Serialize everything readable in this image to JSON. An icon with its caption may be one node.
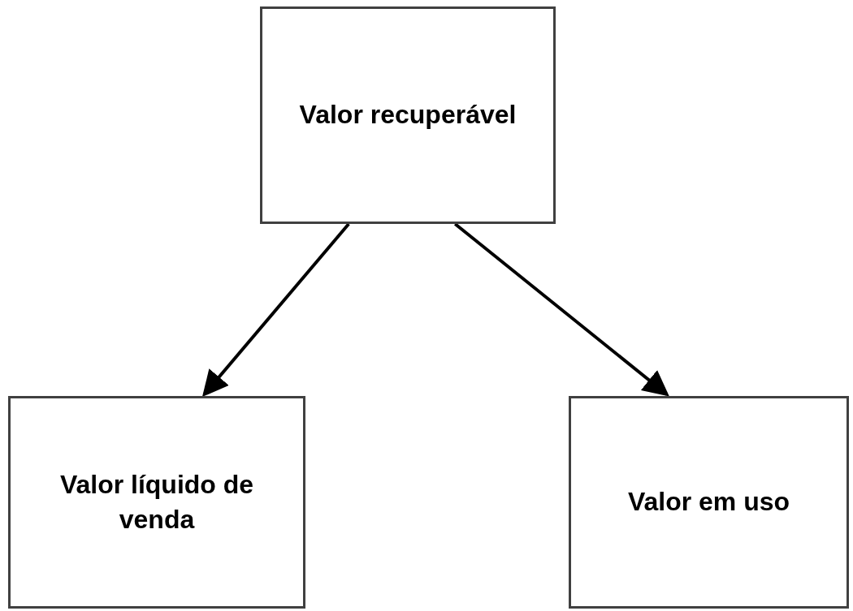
{
  "diagram": {
    "nodes": [
      {
        "text": [
          "Valor recuperável"
        ]
      },
      {
        "text": [
          "Valor líquido de venda"
        ]
      },
      {
        "text": [
          "Valor em uso"
        ]
      }
    ],
    "edges": [
      {
        "from": 0,
        "to": 1,
        "arrow": "to"
      },
      {
        "from": 0,
        "to": 2,
        "arrow": "to"
      }
    ]
  }
}
